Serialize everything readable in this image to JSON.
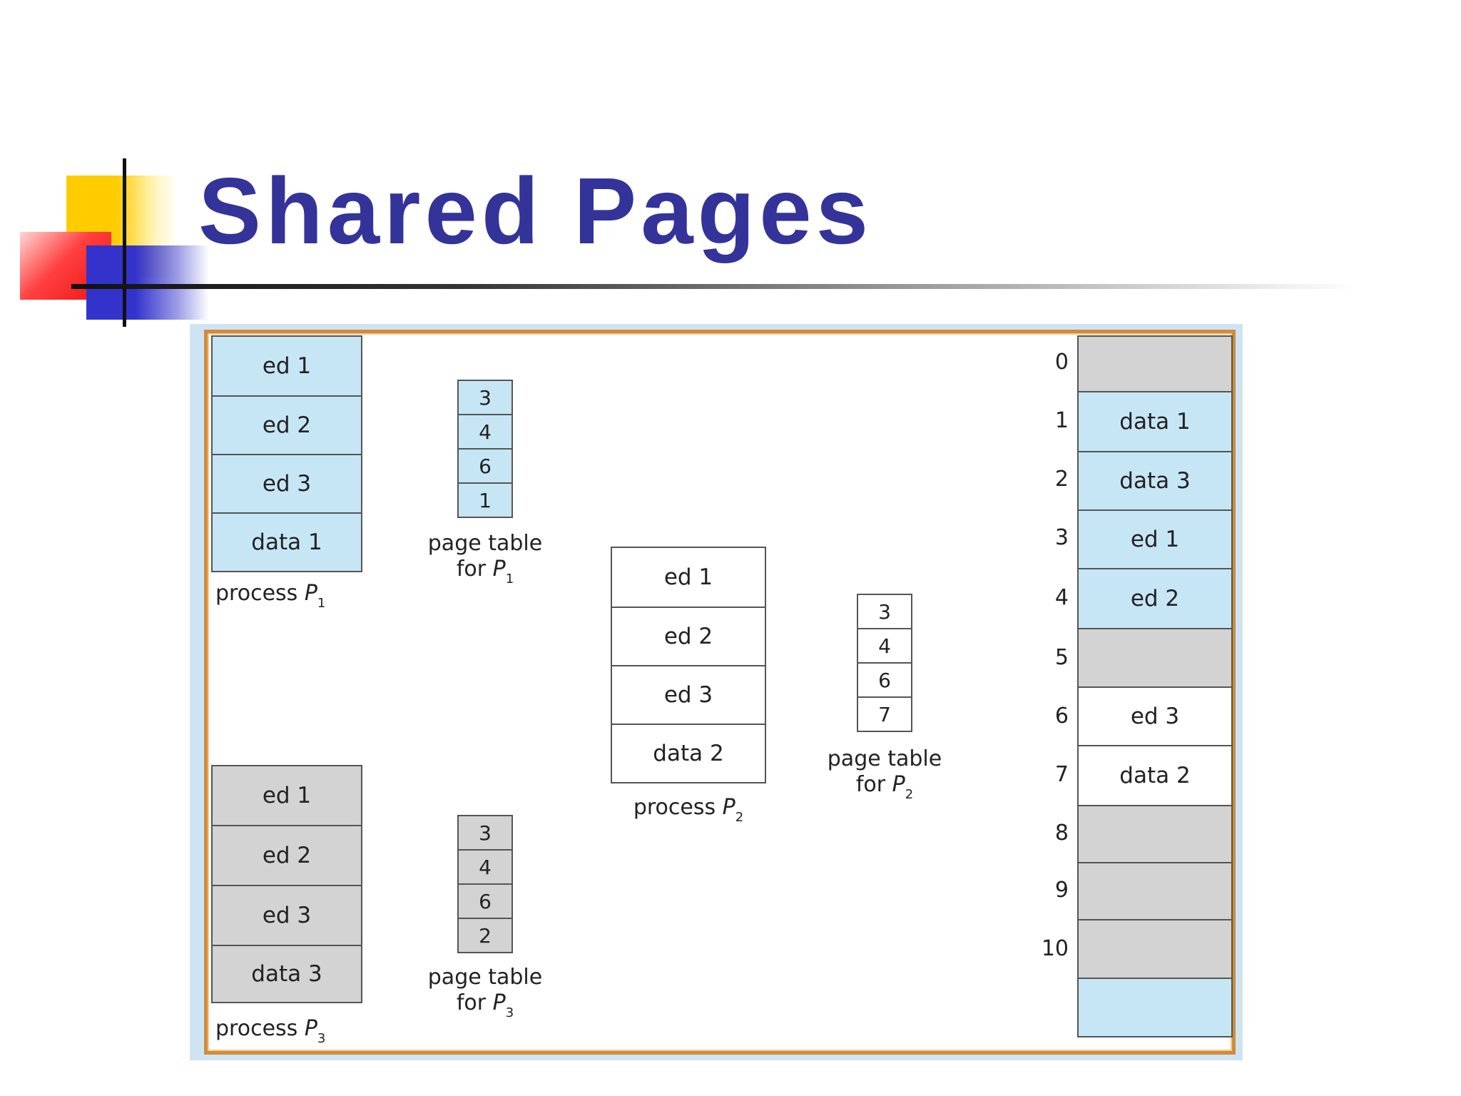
{
  "title": "Shared Pages",
  "process_p1": {
    "pages": [
      "ed 1",
      "ed 2",
      "ed 3",
      "data 1"
    ],
    "label_prefix": "process ",
    "label_var": "P",
    "label_sub": "1"
  },
  "page_table_p1": {
    "entries": [
      "3",
      "4",
      "6",
      "1"
    ],
    "label_line1": "page table",
    "label_line2_prefix": "for ",
    "label_var": "P",
    "label_sub": "1"
  },
  "process_p2": {
    "pages": [
      "ed 1",
      "ed 2",
      "ed 3",
      "data 2"
    ],
    "label_prefix": "process ",
    "label_var": "P",
    "label_sub": "2"
  },
  "page_table_p2": {
    "entries": [
      "3",
      "4",
      "6",
      "7"
    ],
    "label_line1": "page table",
    "label_line2_prefix": "for ",
    "label_var": "P",
    "label_sub": "2"
  },
  "process_p3": {
    "pages": [
      "ed 1",
      "ed 2",
      "ed 3",
      "data 3"
    ],
    "label_prefix": "process ",
    "label_var": "P",
    "label_sub": "3"
  },
  "page_table_p3": {
    "entries": [
      "3",
      "4",
      "6",
      "2"
    ],
    "label_line1": "page table",
    "label_line2_prefix": "for ",
    "label_var": "P",
    "label_sub": "3"
  },
  "physical_memory": {
    "frame_numbers": [
      "0",
      "1",
      "2",
      "3",
      "4",
      "5",
      "6",
      "7",
      "8",
      "9",
      "10"
    ],
    "frames": [
      "",
      "data 1",
      "data 3",
      "ed 1",
      "ed 2",
      "",
      "ed 3",
      "data 2",
      "",
      "",
      "",
      ""
    ]
  },
  "colors": {
    "title": "#333399",
    "frame_border": "#d08c3c",
    "page_blue": "#c7e6f5",
    "page_gray": "#d3d3d3"
  }
}
